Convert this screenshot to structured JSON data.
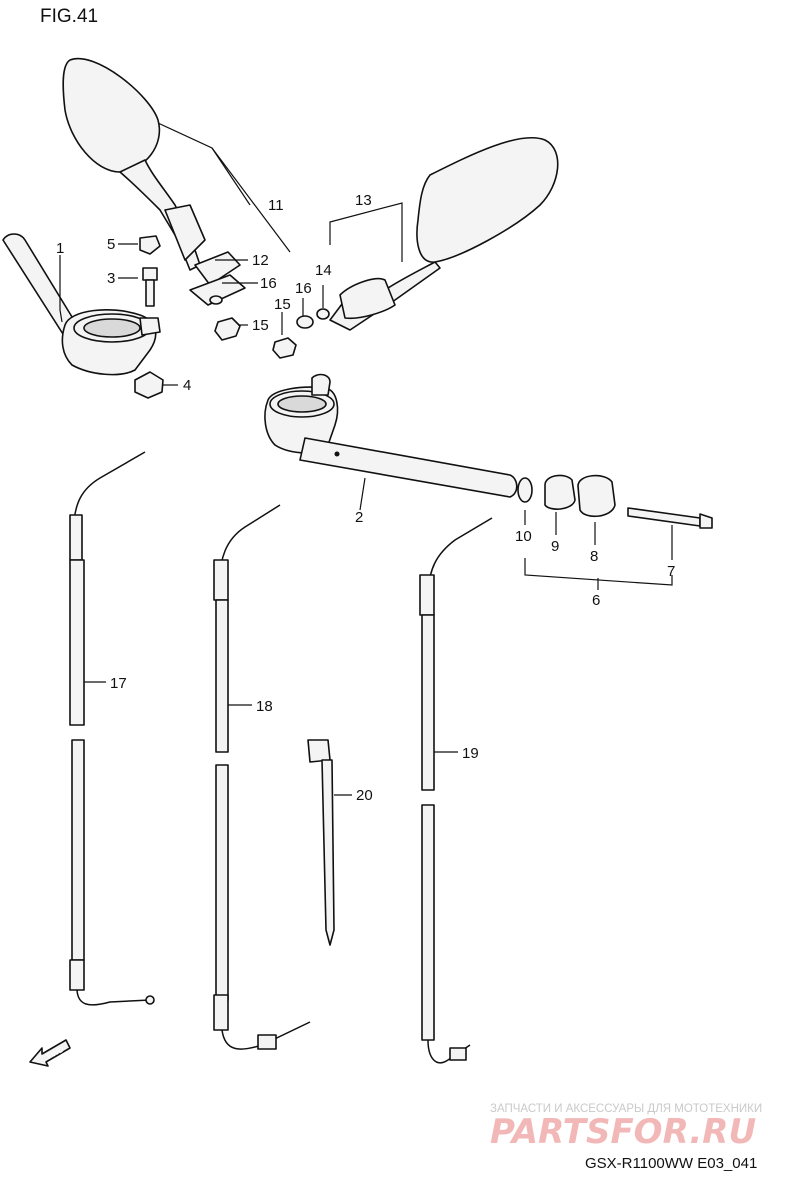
{
  "figure": {
    "title": "FIG.41"
  },
  "callouts": {
    "p1": "1",
    "p2": "2",
    "p3": "3",
    "p4": "4",
    "p5": "5",
    "p6": "6",
    "p7": "7",
    "p8": "8",
    "p9": "9",
    "p10": "10",
    "p11": "11",
    "p12": "12",
    "p13": "13",
    "p14": "14",
    "p15a": "15",
    "p15b": "15",
    "p16a": "16",
    "p16b": "16",
    "p17": "17",
    "p18": "18",
    "p19": "19",
    "p20": "20"
  },
  "badge": {
    "fwd": "FWD"
  },
  "watermark": {
    "line1": "ЗАПЧАСТИ И АКСЕССУАРЫ ДЛЯ МОТОТЕХНИКИ",
    "line2": "PARTSFOR.RU"
  },
  "footer": {
    "code": "GSX-R1100WW  E03_041"
  },
  "colors": {
    "line": "#111111",
    "fill": "#f4f4f4",
    "watermark": "#f2b8b8"
  }
}
